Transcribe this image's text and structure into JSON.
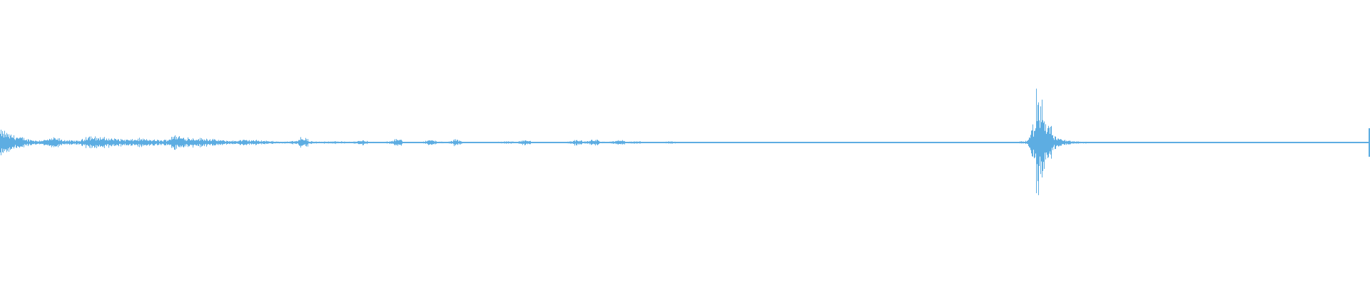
{
  "chart_data": {
    "type": "area",
    "title": "",
    "xlabel": "",
    "ylabel": "",
    "ylim": [
      -1,
      1
    ],
    "grid": false,
    "legend": "none",
    "color": "#5DADE2",
    "x_bins": 160,
    "amplitude_envelope": [
      0.085,
      0.06,
      0.04,
      0.025,
      0.015,
      0.02,
      0.035,
      0.02,
      0.015,
      0.012,
      0.05,
      0.04,
      0.035,
      0.03,
      0.025,
      0.02,
      0.03,
      0.022,
      0.02,
      0.015,
      0.055,
      0.04,
      0.035,
      0.03,
      0.03,
      0.02,
      0.015,
      0.012,
      0.02,
      0.018,
      0.015,
      0.012,
      0.008,
      0.006,
      0.01,
      0.04,
      0.009,
      0.008,
      0.006,
      0.01,
      0.006,
      0.006,
      0.02,
      0.005,
      0.004,
      0.005,
      0.03,
      0.005,
      0.004,
      0.006,
      0.02,
      0.006,
      0.004,
      0.025,
      0.005,
      0.004,
      0.004,
      0.004,
      0.005,
      0.01,
      0.004,
      0.02,
      0.004,
      0.004,
      0.004,
      0.004,
      0.004,
      0.02,
      0.005,
      0.025,
      0.006,
      0.004,
      0.02,
      0.005,
      0.012,
      0.004,
      0.004,
      0.004,
      0.01,
      0.004,
      0.004,
      0.004,
      0.004,
      0.004,
      0.004,
      0.004,
      0.004,
      0.004,
      0.004,
      0.004,
      0.004,
      0.004,
      0.004,
      0.004,
      0.004,
      0.004,
      0.004,
      0.004,
      0.004,
      0.004,
      0.004,
      0.004,
      0.004,
      0.004,
      0.004,
      0.004,
      0.004,
      0.004,
      0.004,
      0.004,
      0.004,
      0.004,
      0.004,
      0.004,
      0.004,
      0.004,
      0.004,
      0.004,
      0.004,
      0.008,
      0.02,
      0.375,
      0.15,
      0.05,
      0.02,
      0.01,
      0.006,
      0.005,
      0.004,
      0.004,
      0.004,
      0.004,
      0.004,
      0.004,
      0.004,
      0.004,
      0.004,
      0.004,
      0.004,
      0.004,
      0.004,
      0.004,
      0.004,
      0.004,
      0.004,
      0.004,
      0.004,
      0.004,
      0.004,
      0.004,
      0.004,
      0.004,
      0.004,
      0.004,
      0.004,
      0.004,
      0.004,
      0.004,
      0.004,
      0.004
    ],
    "end_marker_amplitude": 0.1
  }
}
